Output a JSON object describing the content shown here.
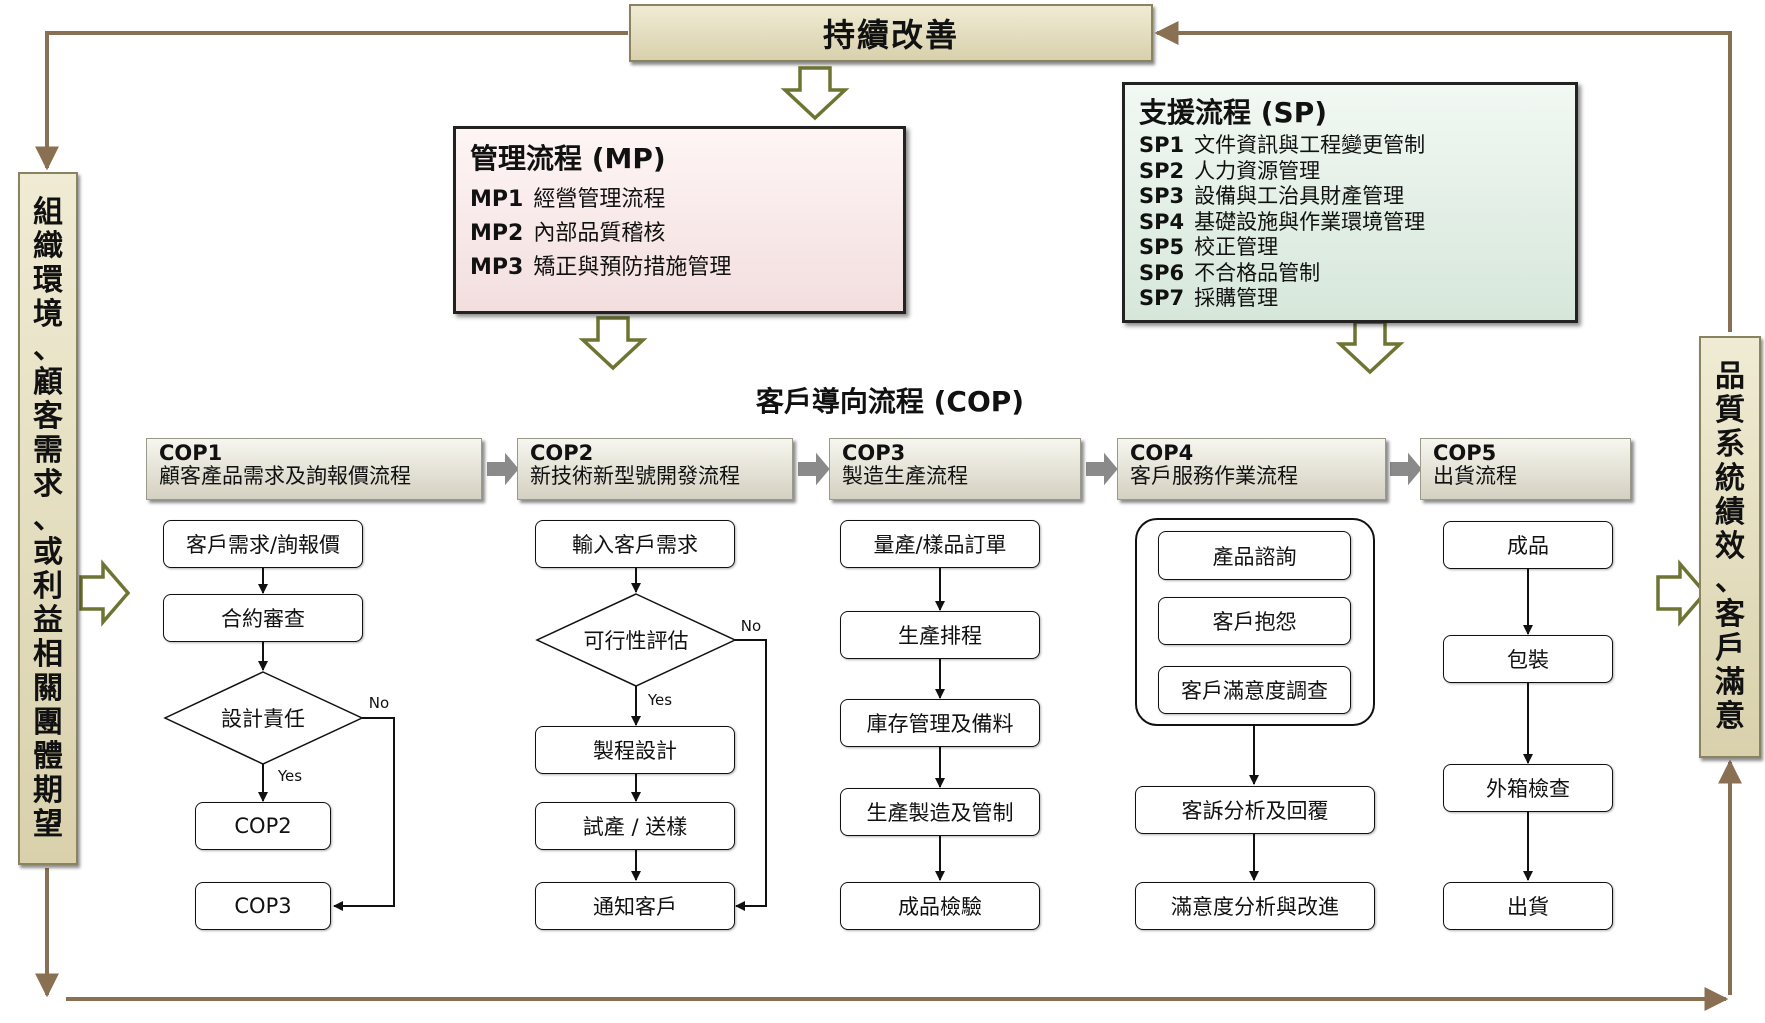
{
  "top_banner": "持續改善",
  "left_banner": "組織環境、顧客需求、或利益相關團體期望",
  "right_banner": "品質系統績效、客戶滿意",
  "mp": {
    "title": "管理流程 (MP)",
    "items": [
      {
        "code": "MP1",
        "label": "經營管理流程"
      },
      {
        "code": "MP2",
        "label": "內部品質稽核"
      },
      {
        "code": "MP3",
        "label": "矯正與預防措施管理"
      }
    ]
  },
  "sp": {
    "title": "支援流程 (SP)",
    "items": [
      {
        "code": "SP1",
        "label": "文件資訊與工程變更管制"
      },
      {
        "code": "SP2",
        "label": "人力資源管理"
      },
      {
        "code": "SP3",
        "label": "設備與工治具財產管理"
      },
      {
        "code": "SP4",
        "label": "基礎設施與作業環境管理"
      },
      {
        "code": "SP5",
        "label": "校正管理"
      },
      {
        "code": "SP6",
        "label": "不合格品管制"
      },
      {
        "code": "SP7",
        "label": "採購管理"
      }
    ]
  },
  "cop": {
    "title": "客戶導向流程 (COP)",
    "columns": [
      {
        "code": "COP1",
        "name": "顧客產品需求及詢報價流程",
        "nodes": [
          "客戶需求/詢報價",
          "合約審查",
          "設計責任",
          "COP2",
          "COP3"
        ]
      },
      {
        "code": "COP2",
        "name": "新技術新型號開發流程",
        "nodes": [
          "輸入客戶需求",
          "可行性評估",
          "製程設計",
          "試產 / 送樣",
          "通知客戶"
        ]
      },
      {
        "code": "COP3",
        "name": "製造生產流程",
        "nodes": [
          "量產/樣品訂單",
          "生產排程",
          "庫存管理及備料",
          "生產製造及管制",
          "成品檢驗"
        ]
      },
      {
        "code": "COP4",
        "name": "客戶服務作業流程",
        "nodes": [
          "產品諮詢",
          "客戶抱怨",
          "客戶滿意度調查",
          "客訴分析及回覆",
          "滿意度分析與改進"
        ]
      },
      {
        "code": "COP5",
        "name": "出貨流程",
        "nodes": [
          "成品",
          "包裝",
          "外箱檢查",
          "出貨"
        ]
      }
    ]
  },
  "labels": {
    "yes": "Yes",
    "no": "No"
  },
  "colors": {
    "frame_arrow": "#8a7052",
    "banner_fill": "#e4ddbd",
    "mp_fill": "#fbeeee",
    "sp_fill": "#e4efe7",
    "cop_panel": "#d9cfc4",
    "hollow_arrow_stroke": "#6e7432"
  }
}
